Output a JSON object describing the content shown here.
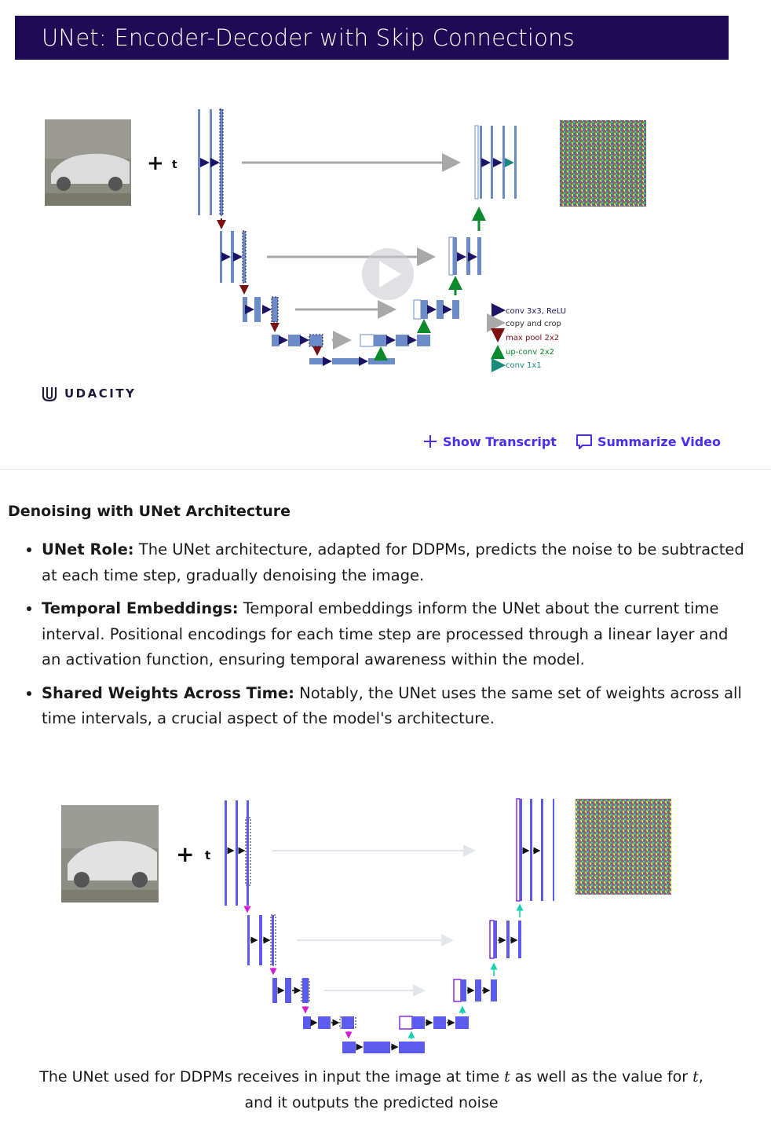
{
  "video": {
    "title": "UNet: Encoder-Decoder with Skip Connections",
    "brand": "UDACITY",
    "overlay_t": "t",
    "legend": [
      {
        "label": "conv 3x3, ReLU",
        "color": "#1b1464"
      },
      {
        "label": "copy and crop",
        "color": "#9e9e9e"
      },
      {
        "label": "max pool 2x2",
        "color": "#7b1010"
      },
      {
        "label": "up-conv 2x2",
        "color": "#0a8a2a"
      },
      {
        "label": "conv 1x1",
        "color": "#1a8a7a"
      }
    ],
    "actions": {
      "show_transcript": "Show Transcript",
      "summarize_video": "Summarize Video"
    }
  },
  "notes": {
    "heading": "Denoising with UNet Architecture",
    "items": [
      {
        "term": "UNet Role:",
        "text": " The UNet architecture, adapted for DDPMs, predicts the noise to be subtracted at each time step, gradually denoising the image."
      },
      {
        "term": "Temporal Embeddings:",
        "text": " Temporal embeddings inform the UNet about the current time interval. Positional encodings for each time step are processed through a linear layer and an activation function, ensuring temporal awareness within the model."
      },
      {
        "term": "Shared Weights Across Time:",
        "text": " Notably, the UNet uses the same set of weights across all time intervals, a crucial aspect of the model's architecture."
      }
    ]
  },
  "figure": {
    "overlay_t": "t",
    "caption_1": "The UNet used for DDPMs receives in input the image at time ",
    "caption_var1": "t",
    "caption_2": " as well as the value for ",
    "caption_var2": "t",
    "caption_3": ",",
    "caption_4": "and it outputs the predicted noise"
  },
  "colors": {
    "title_bar": "#1f0a55",
    "accent": "#4a2df2",
    "block_video": "#6b8cc7",
    "block_figure": "#5b5bf0"
  }
}
